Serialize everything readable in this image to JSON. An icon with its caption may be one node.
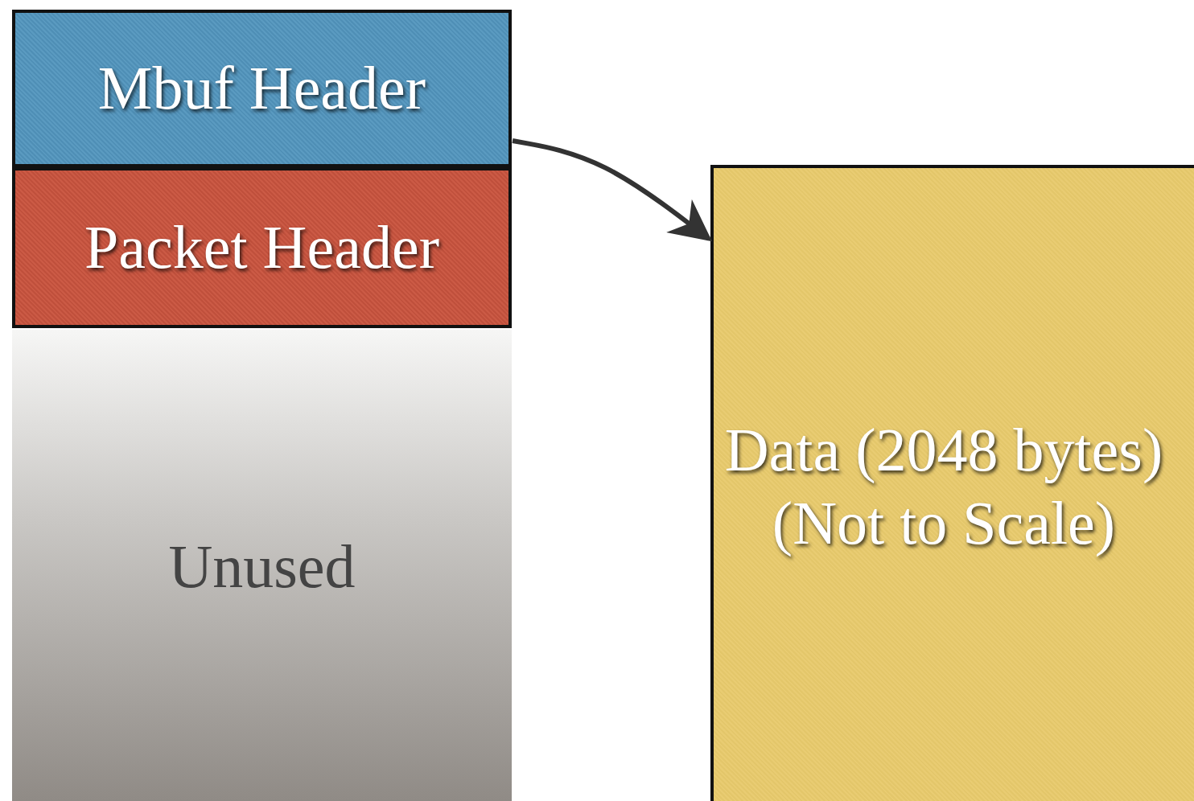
{
  "diagram": {
    "nodes": [
      {
        "text": [
          "Mbuf Header"
        ]
      },
      {
        "text": [
          "Packet Header"
        ]
      },
      {
        "text": [
          "Unused"
        ]
      },
      {
        "text": [
          "Data (2048 bytes) (Not to Scale)"
        ]
      }
    ],
    "edges": [
      {
        "from": 0,
        "to": 3,
        "arrow": "to"
      }
    ]
  }
}
